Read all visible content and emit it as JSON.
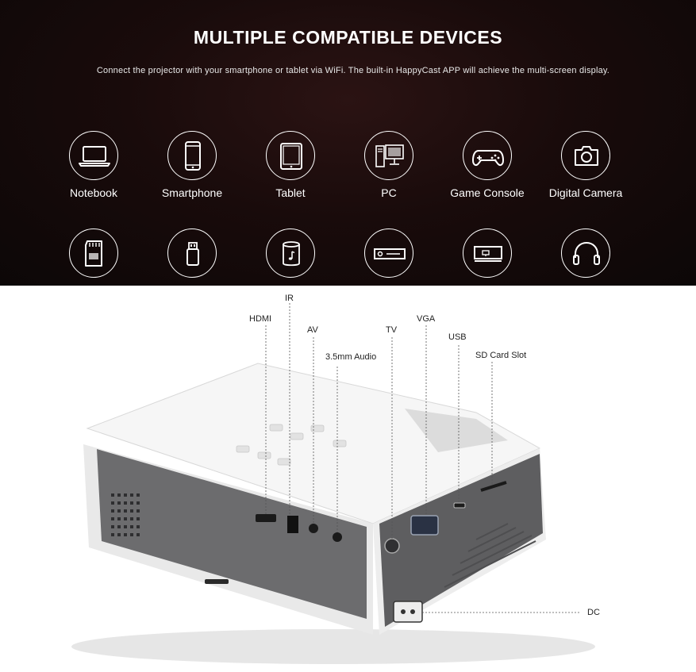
{
  "header": {
    "title": "MULTIPLE COMPATIBLE DEVICES",
    "subtitle": "Connect the projector with your smartphone or tablet via WiFi. The built-in HappyCast APP will achieve the multi-screen display."
  },
  "devices_row1": [
    {
      "label": "Notebook",
      "icon": "laptop-icon"
    },
    {
      "label": "Smartphone",
      "icon": "smartphone-icon"
    },
    {
      "label": "Tablet",
      "icon": "tablet-icon"
    },
    {
      "label": "PC",
      "icon": "desktop-pc-icon"
    },
    {
      "label": "Game Console",
      "icon": "gamepad-icon"
    },
    {
      "label": "Digital Camera",
      "icon": "camera-icon"
    }
  ],
  "devices_row2": [
    {
      "icon": "sd-card-icon"
    },
    {
      "icon": "usb-drive-icon"
    },
    {
      "icon": "speaker-icon"
    },
    {
      "icon": "dvd-player-icon"
    },
    {
      "icon": "tv-box-icon"
    },
    {
      "icon": "headphones-icon"
    }
  ],
  "ports": {
    "ir": "IR",
    "hdmi": "HDMI",
    "av": "AV",
    "tv": "TV",
    "vga": "VGA",
    "usb": "USB",
    "audio": "3.5mm Audio",
    "sd": "SD Card Slot",
    "dc": "DC"
  },
  "colors": {
    "background_top": "#1a0c0c",
    "projector_body": "#f4f4f4",
    "projector_panel": "#6a6a6c"
  }
}
